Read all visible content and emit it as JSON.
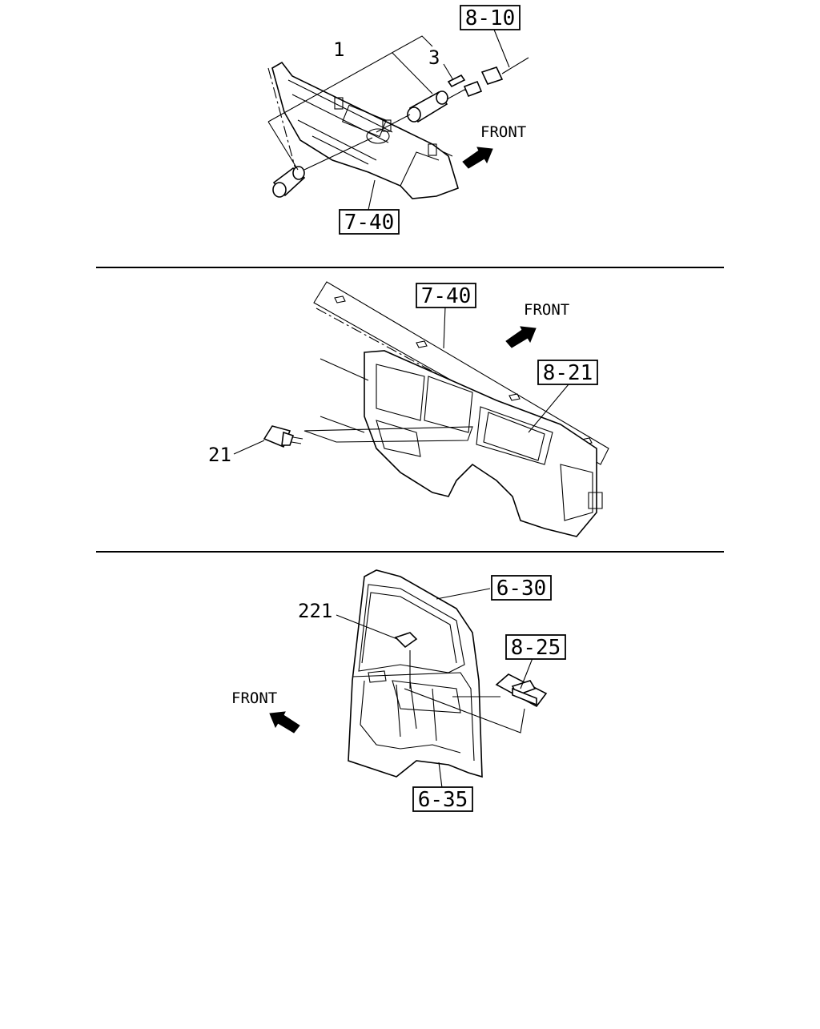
{
  "front_label": "FRONT",
  "views": [
    {
      "id": "cigar-lighter",
      "refs": [
        "8-10",
        "7-40"
      ],
      "part_numbers": [
        "1",
        "3"
      ]
    },
    {
      "id": "instrument-panel",
      "refs": [
        "7-40",
        "8-21"
      ],
      "part_numbers": [
        "21"
      ]
    },
    {
      "id": "door-panel",
      "refs": [
        "6-30",
        "8-25",
        "6-35"
      ],
      "part_numbers": [
        "221"
      ]
    }
  ]
}
